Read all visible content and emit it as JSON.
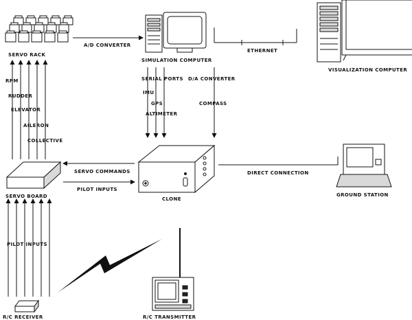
{
  "labels": {
    "servo_rack": "SERVO RACK",
    "ad_converter": "A/D CONVERTER",
    "simulation_computer": "SIMULATION COMPUTER",
    "ethernet": "ETHERNET",
    "visualization_computer": "VISUALIZATION COMPUTER",
    "rpm": "RPM",
    "rudder": "RUDDER",
    "elevator": "ELEVATOR",
    "aileron": "AILERON",
    "collective": "COLLECTIVE",
    "serial_ports": "SERIAL PORTS",
    "imu": "IMU",
    "gps": "GPS",
    "altimeter": "ALTIMETER",
    "da_converter": "D/A CONVERTER",
    "compass": "COMPASS",
    "servo_commands": "SERVO COMMANDS",
    "pilot_inputs_right": "PILOT INPUTS",
    "servo_board": "SERVO BOARD",
    "clone": "CLONE",
    "direct_connection": "DIRECT CONNECTION",
    "ground_station": "GROUND STATION",
    "pilot_inputs_left": "PILOT INPUTS",
    "rc_receiver": "R/C RECEIVER",
    "rc_transmitter": "R/C TRANSMITTER"
  },
  "colors": {
    "line": "#111111",
    "fill": "#ffffff",
    "panel": "#d9d9d9",
    "dark": "#222222"
  }
}
